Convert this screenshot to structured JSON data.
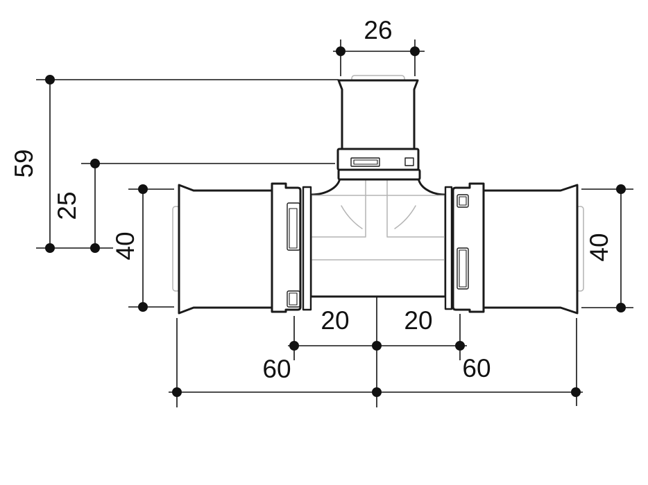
{
  "drawing": {
    "type": "technical_dimension_drawing",
    "subject": "tee-press-fitting",
    "colors": {
      "line": "#1a1a1a",
      "dimension": "#111111",
      "hidden_edge": "#b4b4b4",
      "background": "#ffffff"
    },
    "dims": {
      "branch_width": "26",
      "branch_height": "59",
      "collar_height": "25",
      "od_left": "40",
      "od_right": "40",
      "depth_left": "20",
      "depth_right": "20",
      "end_left": "60",
      "end_right": "60"
    }
  }
}
